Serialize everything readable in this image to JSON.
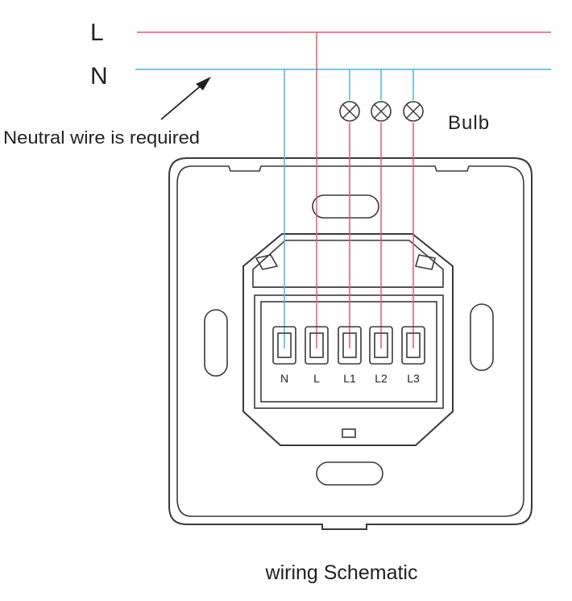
{
  "labels": {
    "line_live": "L",
    "line_neutral": "N",
    "neutral_note": "Neutral wire is required",
    "bulb": "Bulb",
    "caption": "wiring Schematic"
  },
  "terminals": [
    "N",
    "L",
    "L1",
    "L2",
    "L3"
  ],
  "colors": {
    "live_wire": "#e05a6e",
    "neutral_wire": "#4fb3e0",
    "outline": "#3a3a3a",
    "text": "#222222"
  }
}
